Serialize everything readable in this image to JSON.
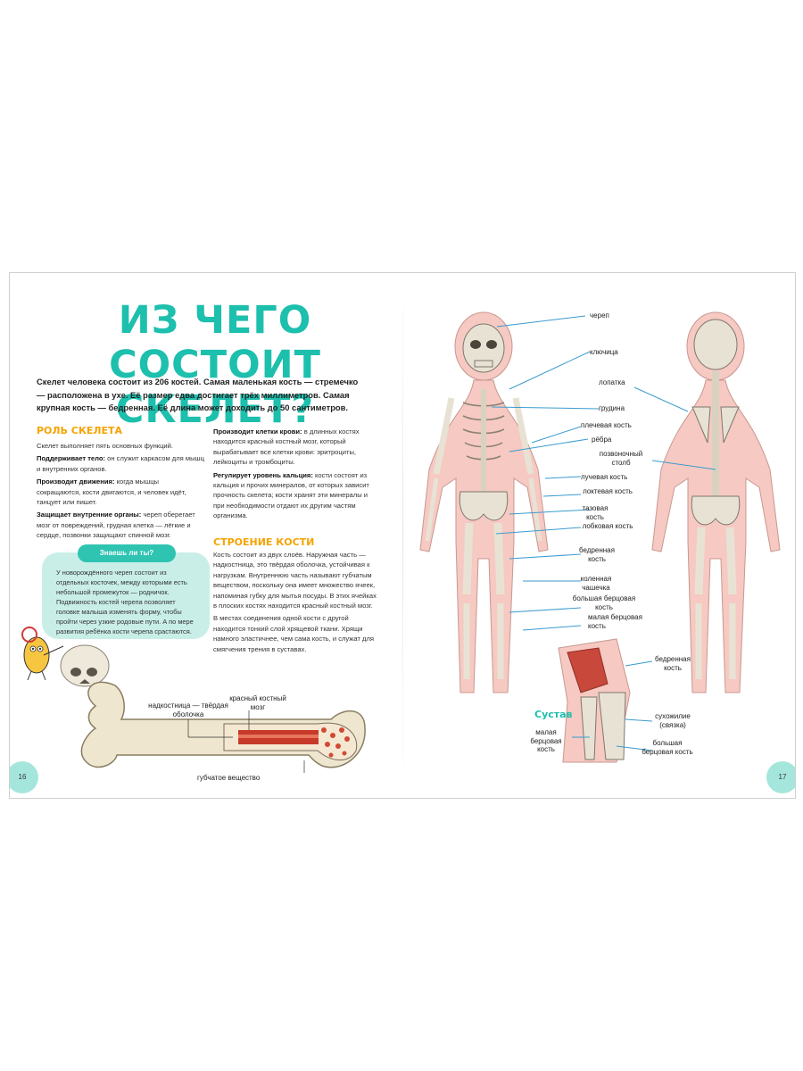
{
  "title": "Из чего состоит скелет?",
  "intro": "Скелет человека состоит из 206 костей. Самая маленькая кость — стремечко — расположена в ухе. Её размер едва достигает трёх миллиметров. Самая крупная кость — бедренная. Её длина может доходить до 50 сантиметров.",
  "role": {
    "heading": "Роль скелета",
    "p1": "Скелет выполняет пять основных функций.",
    "p2_bold": "Поддерживает тело:",
    "p2": " он служит каркасом для мышц и внутренних органов.",
    "p3_bold": "Производит движения:",
    "p3": " когда мышцы сокращаются, кости двигаются, и человек идёт, танцует или пишет.",
    "p4_bold": "Защищает внутренние органы:",
    "p4": " череп оберегает мозг от повреждений, грудная клетка — лёгкие и сердце, позвонки защищают спинной мозг.",
    "p5_bold": "Производит клетки крови:",
    "p5": " в длинных костях находится красный костный мозг, который вырабатывает все клетки крови: эритроциты, лейкоциты и тромбоциты.",
    "p6_bold": "Регулирует уровень кальция:",
    "p6": " кости состоят из кальция и прочих минералов, от которых зависит прочность скелета; кости хранят эти минералы и при необходимости отдают их другим частям организма."
  },
  "structure": {
    "heading": "Строение кости",
    "p1": "Кость состоит из двух слоёв. Наружная часть — надкостница, это твёрдая оболочка, устойчивая к нагрузкам. Внутреннюю часть называют губчатым веществом, поскольку она имеет множество ячеек, напоминая губку для мытья посуды. В этих ячейках в плоских костях находится красный костный мозг.",
    "p2": "В местах соединения одной кости с другой находится тонкий слой хрящевой ткани. Хрящи намного эластичнее, чем сама кость, и служат для смягчения трения в суставах."
  },
  "know": {
    "badge": "Знаешь ли ты?",
    "text": "У новорождённого череп состоит из отдельных косточек, между которыми есть небольшой промежуток — родничок. Подвижность костей черепа позволяет головке малыша изменять форму, чтобы пройти через узкие родовые пути. А по мере развития ребёнка кости черепа срастаются."
  },
  "bone_labels": {
    "periosteum": "надкостница — твёрдая оболочка",
    "marrow": "красный костный мозг",
    "spongy": "губчатое вещество"
  },
  "skeleton_labels": {
    "skull": "череп",
    "clavicle": "ключица",
    "scapula": "лопатка",
    "sternum": "грудина",
    "humerus": "плечевая кость",
    "ribs": "рёбра",
    "spine": "позвоночный столб",
    "radius": "лучевая кость",
    "ulna": "локтевая кость",
    "pelvis": "тазовая кость",
    "pubic": "лобковая кость",
    "femur": "бедренная кость",
    "patella": "коленная чашечка",
    "tibia": "большая берцовая кость",
    "fibula": "малая берцовая кость"
  },
  "joint": {
    "heading": "Сустав",
    "femur": "бедренная кость",
    "ligament": "сухожилие (связка)",
    "fibula": "малая берцовая кость",
    "tibia": "большая берцовая кость"
  },
  "pages": {
    "left": "16",
    "right": "17"
  },
  "colors": {
    "accent": "#1dbfad",
    "orange": "#f5a300",
    "badge": "#2ec4b1",
    "box": "#c9eee8",
    "line": "#3a9bcf"
  }
}
